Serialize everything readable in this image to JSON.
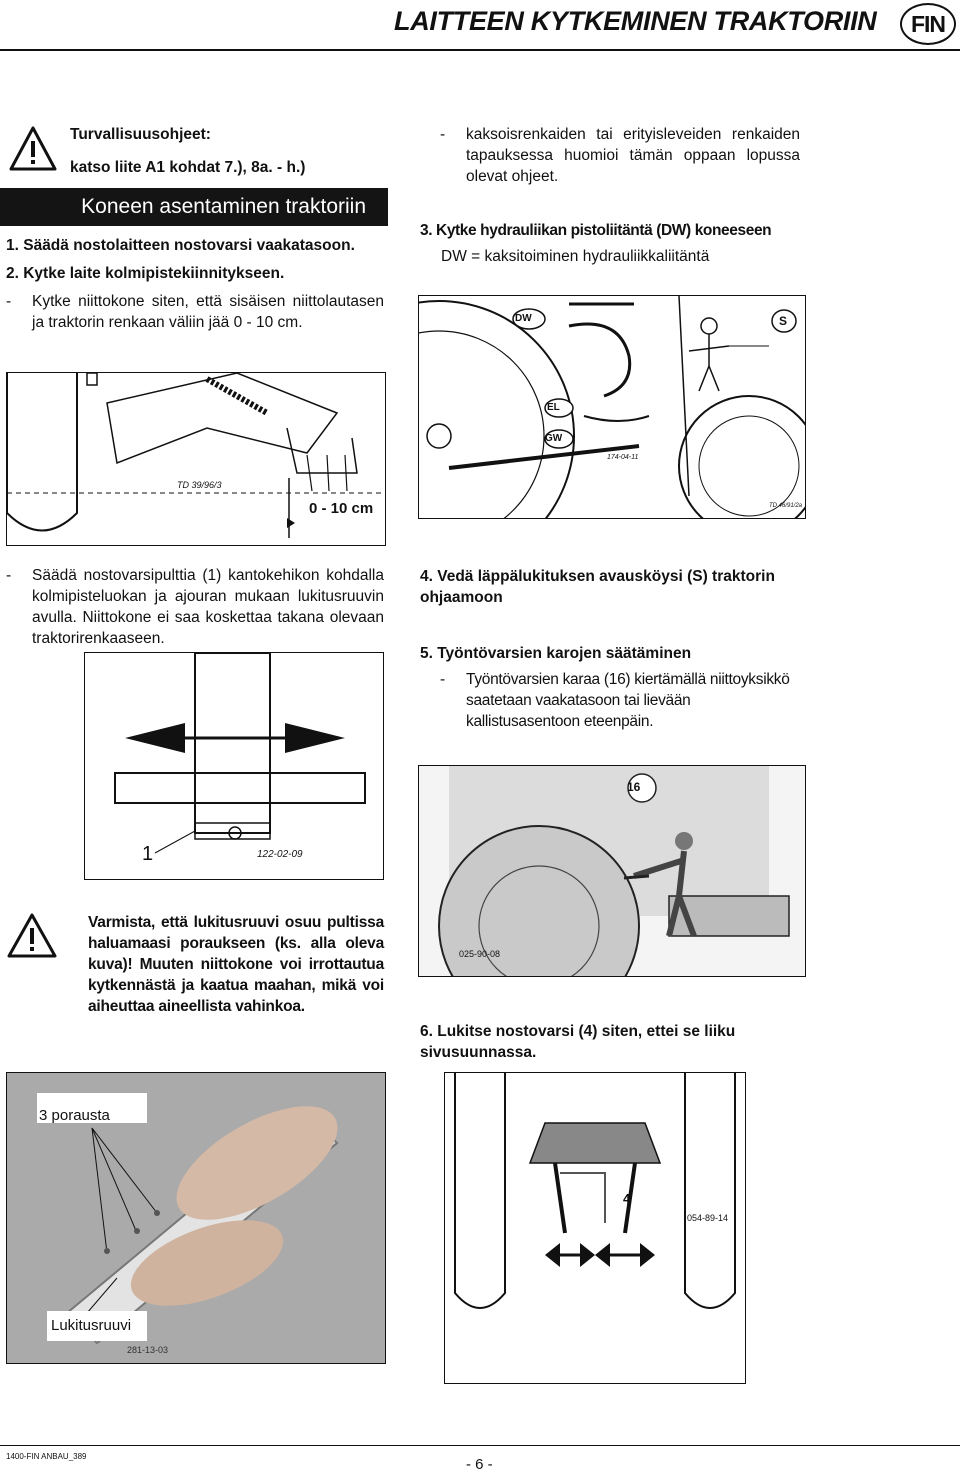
{
  "header": {
    "title": "LAITTEEN KYTKEMINEN TRAKTORIIN",
    "lang_badge": "FIN"
  },
  "safety": {
    "heading": "Turvallisuusohjeet:",
    "text": "katso liite A1 kohdat 7.), 8a. - h.)",
    "icon": "warning-triangle-icon"
  },
  "section_title": "Koneen asentaminen traktoriin",
  "left_steps": {
    "s1": "1.  Säädä nostolaitteen nostovarsi vaakatasoon.",
    "s2": "2.  Kytke laite kolmipistekiinnitykseen.",
    "dash1": "Kytke niittokone siten, että sisäisen niittolautasen ja traktorin renkaan väliin jää 0 - 10 cm."
  },
  "right_top": {
    "dash_tires": "kaksoisrenkaiden tai erityisleveiden renkaiden tapauksessa huomioi tämän oppaan lopussa olevat ohjeet.",
    "step3": "3.  Kytke hydrauliikan pistoliitäntä (DW) koneeseen",
    "step3_sub": "DW = kaksitoiminen hydrauliikkaliitäntä"
  },
  "figures": {
    "fig_mower": {
      "label": "0 - 10 cm",
      "code": "TD 39/96/3"
    },
    "fig_hydraulic": {
      "labels": [
        "DW",
        "EL",
        "GW",
        "S"
      ],
      "code": "174-04-11",
      "code2": "TD 46/91/2a"
    },
    "fig_bolt": {
      "label": "1",
      "code": "122-02-09"
    },
    "fig_push": {
      "label": "16",
      "code": "025-90-08"
    },
    "fig_pin": {
      "label_top": "3 porausta",
      "label_bottom": "Lukitusruuvi",
      "code": "281-13-03"
    },
    "fig_link": {
      "label": "4",
      "code": "054-89-14"
    }
  },
  "mid": {
    "dash_adjust": "Säädä nostovarsipulttia (1) kantokehikon kohdalla kolmipisteluokan ja ajouran mukaan lukitusruuvin avulla. Niittokone ei saa koskettaa takana olevaan traktorirenkaaseen.",
    "step4": "4.  Vedä läppälukituksen avausköysi (S) traktorin ohjaamoon",
    "step5": "5.  Työntövarsien karojen säätäminen",
    "dash_push": "Työntövarsien karaa (16) kiertämällä niittoyksikkö saatetaan vaakatasoon tai lievään kallistusasentoon eteenpäin."
  },
  "warning": {
    "text": "Varmista, että lukitusruuvi osuu pultissa haluamaasi poraukseen (ks. alla oleva kuva)! Muuten niittokone voi irrottautua kytkennästä ja kaatua maahan, mikä voi aiheuttaa aineellista vahinkoa."
  },
  "step6": "6.  Lukitse nostovarsi (4) siten, ettei se liiku sivusuunnassa.",
  "footer": {
    "doc_code": "1400-FIN ANBAU_389",
    "page": "- 6 -"
  }
}
